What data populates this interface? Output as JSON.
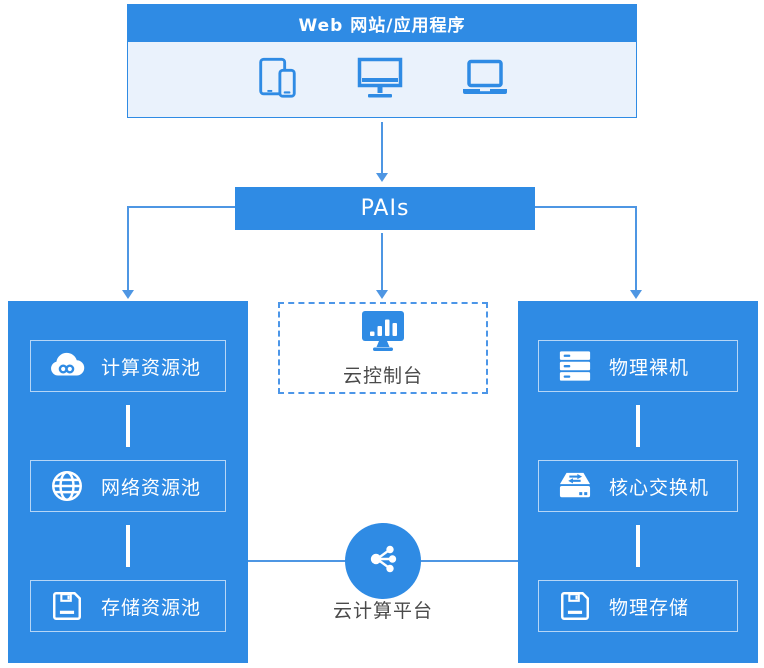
{
  "colors": {
    "primary": "#2F8BE4",
    "line": "#4E96E3",
    "light": "#EAF2FC",
    "dash": "#4C96E8",
    "textdark": "#4A4A4A"
  },
  "top_box": {
    "title": "Web 网站/应用程序",
    "icons": [
      "tablet-phone-icon",
      "desktop-monitor-icon",
      "laptop-icon"
    ]
  },
  "pais_box": {
    "label": "PAIs"
  },
  "console_box": {
    "label": "云控制台",
    "icon": "monitor-chart-icon"
  },
  "left_panel": {
    "items": [
      {
        "label": "计算资源池",
        "icon": "cloud-infinity-icon"
      },
      {
        "label": "网络资源池",
        "icon": "globe-icon"
      },
      {
        "label": "存储资源池",
        "icon": "floppy-disk-icon"
      }
    ]
  },
  "right_panel": {
    "items": [
      {
        "label": "物理裸机",
        "icon": "server-stack-icon"
      },
      {
        "label": "核心交换机",
        "icon": "switch-icon"
      },
      {
        "label": "物理存储",
        "icon": "floppy-disk-icon"
      }
    ]
  },
  "platform": {
    "label": "云计算平台",
    "icon": "share-network-icon"
  }
}
